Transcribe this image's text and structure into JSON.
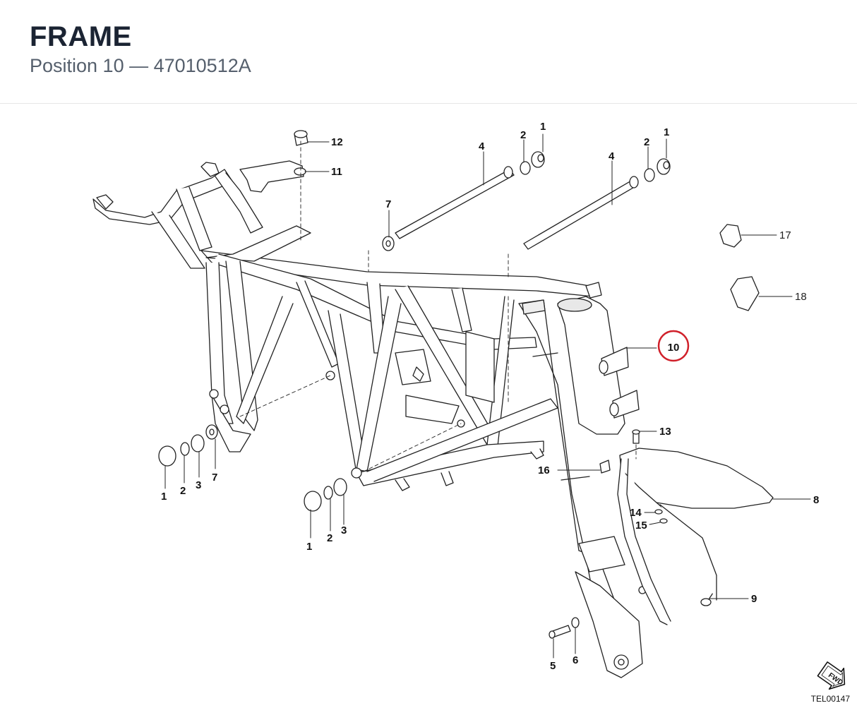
{
  "header": {
    "title": "FRAME",
    "subtitle": "Position 10 — 47010512A"
  },
  "callouts": {
    "c1a": "1",
    "c1b": "1",
    "c1c": "1",
    "c1d": "1",
    "c2a": "2",
    "c2b": "2",
    "c2c": "2",
    "c2d": "2",
    "c3a": "3",
    "c3b": "3",
    "c4a": "4",
    "c4b": "4",
    "c5": "5",
    "c6": "6",
    "c7a": "7",
    "c7b": "7",
    "c8": "8",
    "c9": "9",
    "c10": "10",
    "c11": "11",
    "c12": "12",
    "c13": "13",
    "c14": "14",
    "c15": "15",
    "c16": "16",
    "c17": "17",
    "c18": "18"
  },
  "fwd_label": "FWD",
  "drawing_code": "TEL00147",
  "highlight_color": "#d0202a"
}
